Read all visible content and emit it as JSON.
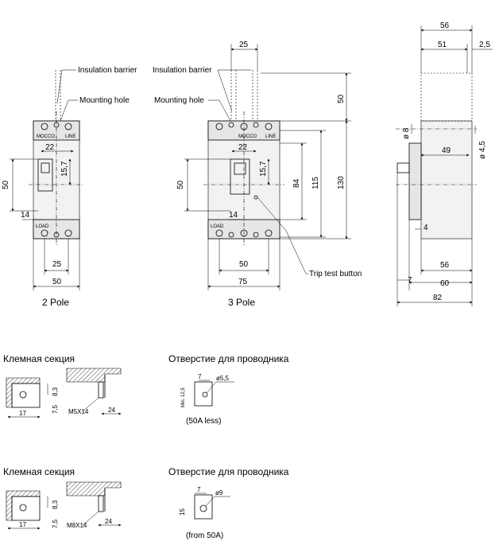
{
  "annotations": {
    "insulation_barrier": "Insulation barrier",
    "mounting_hole": "Mounting hole",
    "trip_test_button": "Trip test button"
  },
  "captions": {
    "two_pole": "2 Pole",
    "three_pole": "3 Pole"
  },
  "terminal_labels": {
    "line": "LINE",
    "load": "LOAD"
  },
  "dims_two_pole": {
    "d22": "22",
    "d15_7": "15,7",
    "d50_left": "50",
    "d14": "14",
    "d25": "25",
    "d50_bottom": "50"
  },
  "dims_three_pole": {
    "d25_top": "25",
    "d50_right": "50",
    "d22": "22",
    "d15_7": "15,7",
    "d50_left": "50",
    "d84": "84",
    "d115": "115",
    "d130": "130",
    "d14": "14",
    "d50_bottom": "50",
    "d75": "75"
  },
  "dims_side": {
    "d56_top": "56",
    "d51": "51",
    "d2_5": "2,5",
    "phi8": "ø 8",
    "phi4_5": "ø 4,5",
    "d49": "49",
    "d4": "4",
    "d56_bottom": "56",
    "d7": "7",
    "d60": "60",
    "d82": "82"
  },
  "section1": {
    "terminal_title": "Клемная секция",
    "hole_title": "Отверстие для проводника",
    "d8_3": "8,3",
    "d7_5": "7,5",
    "d17": "17",
    "bolt": "M5X14",
    "d24": "24",
    "d7": "7",
    "phi": "ø5,5",
    "min": "Min. 12,5",
    "note": "(50A less)"
  },
  "section2": {
    "terminal_title": "Клемная секция",
    "hole_title": "Отверстие для проводника",
    "d8_3": "8,3",
    "d7_5": "7,5",
    "d17": "17",
    "bolt": "M8X14",
    "d24": "24",
    "d7": "7",
    "phi": "ø9",
    "d15": "15",
    "note": "(from 50A)"
  }
}
